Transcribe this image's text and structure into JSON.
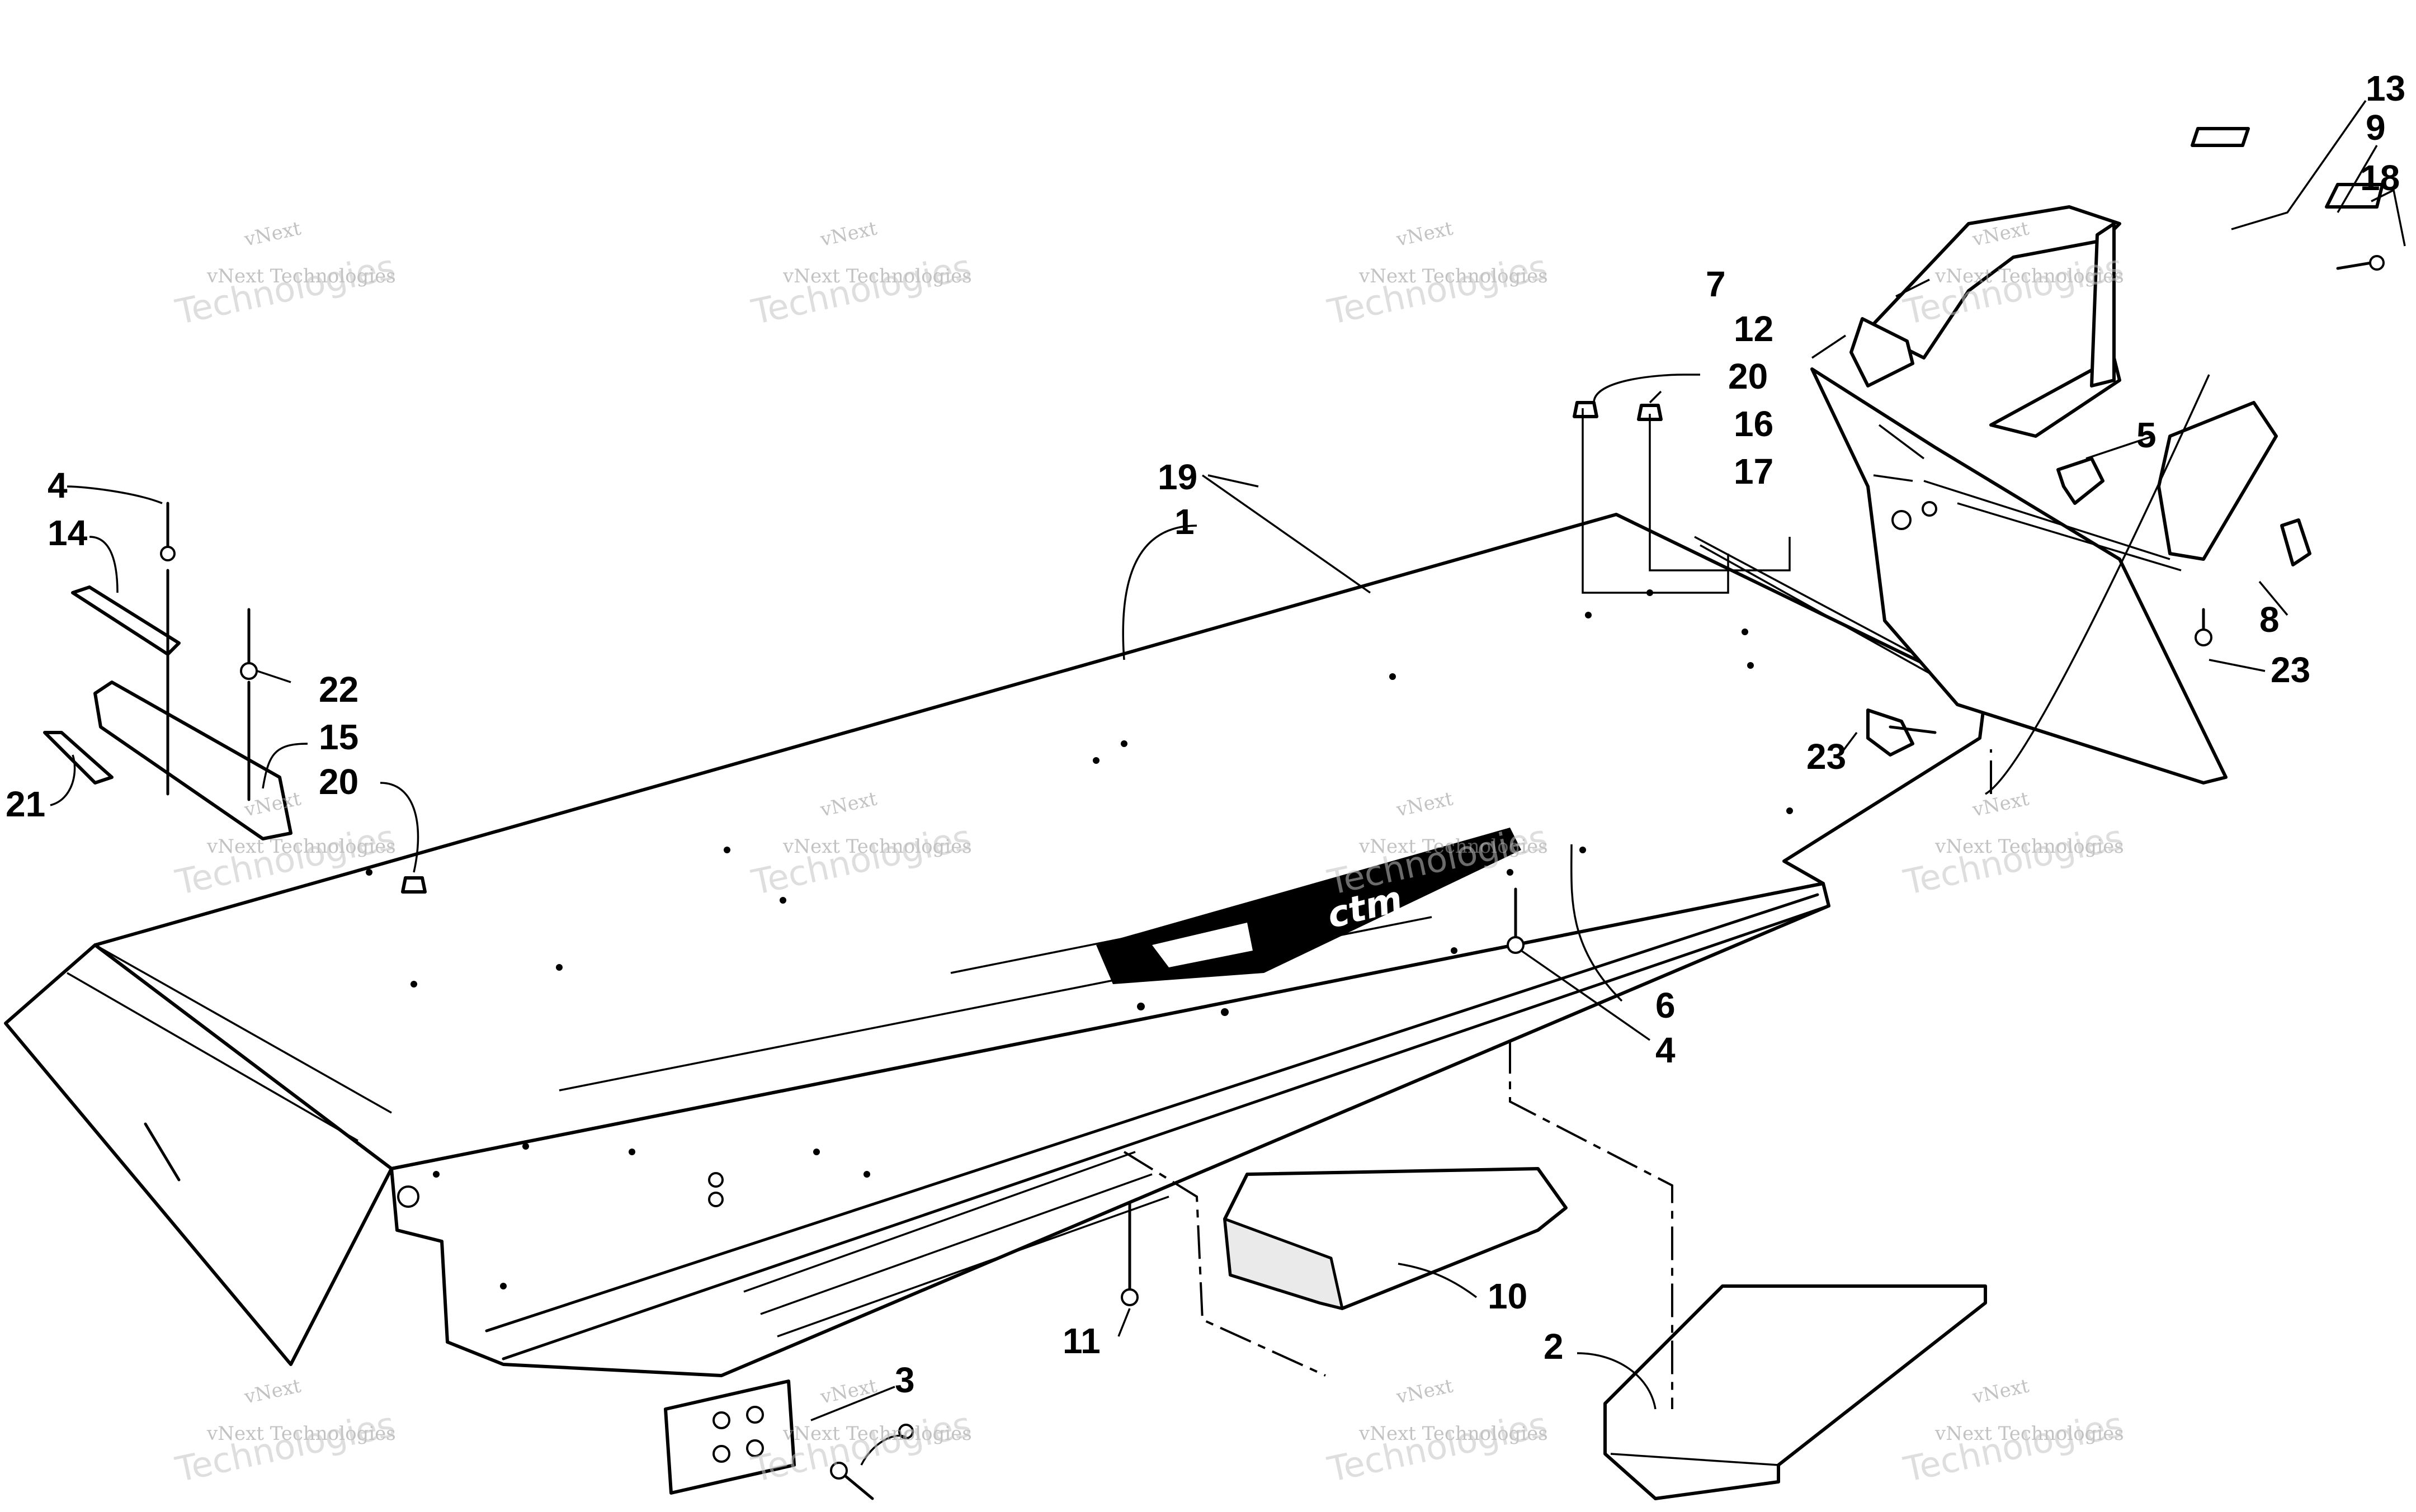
{
  "watermark": {
    "line1": "vNext",
    "line2": "vNext Technologies",
    "line3": "Technologies"
  },
  "callouts": [
    "1",
    "2",
    "3",
    "4",
    "4",
    "5",
    "6",
    "7",
    "8",
    "9",
    "10",
    "11",
    "12",
    "13",
    "14",
    "15",
    "16",
    "17",
    "18",
    "19",
    "20",
    "20",
    "21",
    "22",
    "23",
    "23"
  ],
  "decal_text": "ctm"
}
